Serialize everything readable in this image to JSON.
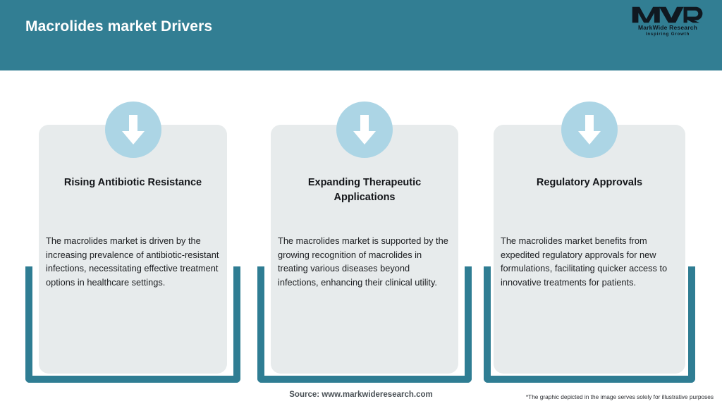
{
  "header": {
    "title": "Macrolides market Drivers",
    "background_color": "#327E93",
    "title_color": "#FFFFFF",
    "logo": {
      "mark": "MWR",
      "name": "MarkWide Research",
      "tagline": "Inspiring Growth"
    }
  },
  "cards": [
    {
      "icon": "down-arrow-icon",
      "title": "Rising Antibiotic Resistance",
      "body": "The macrolides market is driven by the increasing prevalence of antibiotic-resistant infections, necessitating effective treatment options in healthcare settings."
    },
    {
      "icon": "down-arrow-icon",
      "title": "Expanding Therapeutic Applications",
      "body": "The macrolides market is supported by the growing recognition of macrolides in treating various diseases beyond infections, enhancing their clinical utility."
    },
    {
      "icon": "down-arrow-icon",
      "title": "Regulatory Approvals",
      "body": "The macrolides market benefits from expedited regulatory approvals for new formulations, facilitating quicker access to innovative treatments for patients."
    }
  ],
  "footer": {
    "source": "Source: www.markwideresearch.com",
    "disclaimer": "*The graphic depicted in the image serves solely for illustrative purposes"
  },
  "colors": {
    "accent_teal": "#2F7D93",
    "header_teal": "#327E93",
    "badge_blue": "#ACD5E5",
    "card_grey": "#E7EBEC"
  }
}
